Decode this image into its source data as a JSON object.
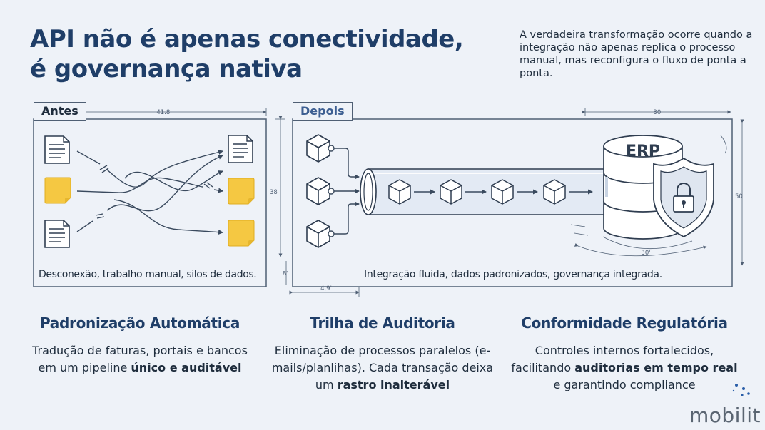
{
  "header": {
    "title_line1": "API não é apenas conectividade,",
    "title_line2": "é governança nativa",
    "subtitle": "A verdadeira transformação ocorre quando a integração não apenas replica o processo manual, mas reconfigura o fluxo de ponta a ponta."
  },
  "antes": {
    "label": "Antes",
    "caption": "Desconexão, trabalho manual, silos de dados.",
    "dim_top": "41.8'",
    "dim_right": "38",
    "dim_bottom_left": "8'"
  },
  "depois": {
    "label": "Depois",
    "caption": "Integração fluida, dados padronizados, governança integrada.",
    "erp_label": "ERP",
    "dim_top": "30'",
    "dim_right": "50",
    "dim_arc": "30'",
    "dim_bottom": "4,9'"
  },
  "features": [
    {
      "title": "Padronização Automática",
      "text_plain": "Tradução de faturas, portais e bancos em um pipeline ",
      "text_bold": "único e auditável",
      "text_after": ""
    },
    {
      "title": "Trilha de Auditoria",
      "text_plain": "Eliminação de processos paralelos (e-mails/planlihas). Cada transação deixa um ",
      "text_bold": "rastro inalterável",
      "text_after": ""
    },
    {
      "title": "Conformidade Regulatória",
      "text_plain": "Controles internos fortalecidos, facilitando ",
      "text_bold": "auditorias em tempo real",
      "text_after": " e garantindo compliance"
    }
  ],
  "brand": {
    "logo_text": "mobilit"
  },
  "colors": {
    "title": "#1f3e68",
    "accent_blue": "#3d5f92",
    "sticky_note": "#f5c842",
    "line": "#4f5f74",
    "background": "#eef2f8"
  },
  "icons": [
    "document-icon",
    "sticky-note-icon",
    "cube-icon",
    "pipeline-icon",
    "database-icon",
    "shield-lock-icon"
  ]
}
